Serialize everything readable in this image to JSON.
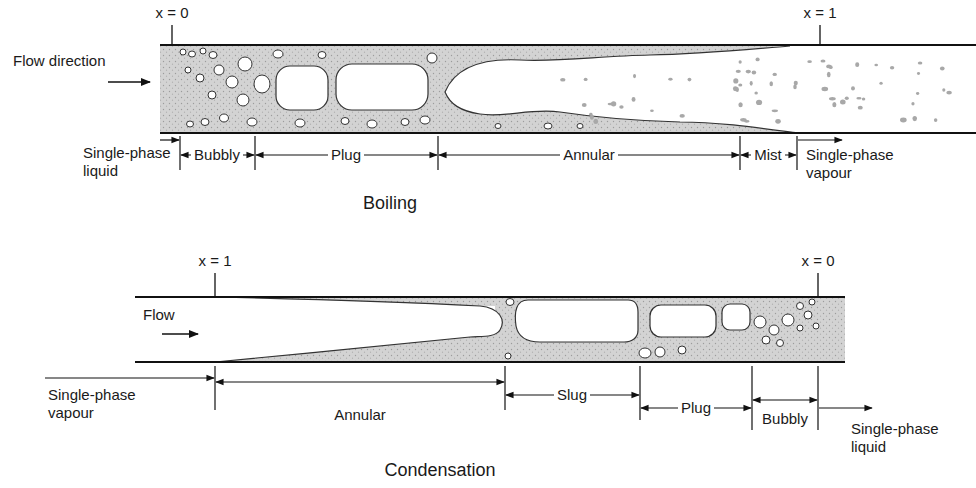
{
  "diagram": {
    "labels": [
      "x = 0",
      "x = 1",
      "Flow direction",
      "Single-phase liquid",
      "Bubbly",
      "Plug",
      "Annular",
      "Mist",
      "Single-phase vapour",
      "Boiling",
      "x = 1",
      "x = 0",
      "Flow",
      "Single-phase vapour",
      "Annular",
      "Slug",
      "Plug",
      "Bubbly",
      "Single-phase liquid",
      "Condensation"
    ]
  }
}
